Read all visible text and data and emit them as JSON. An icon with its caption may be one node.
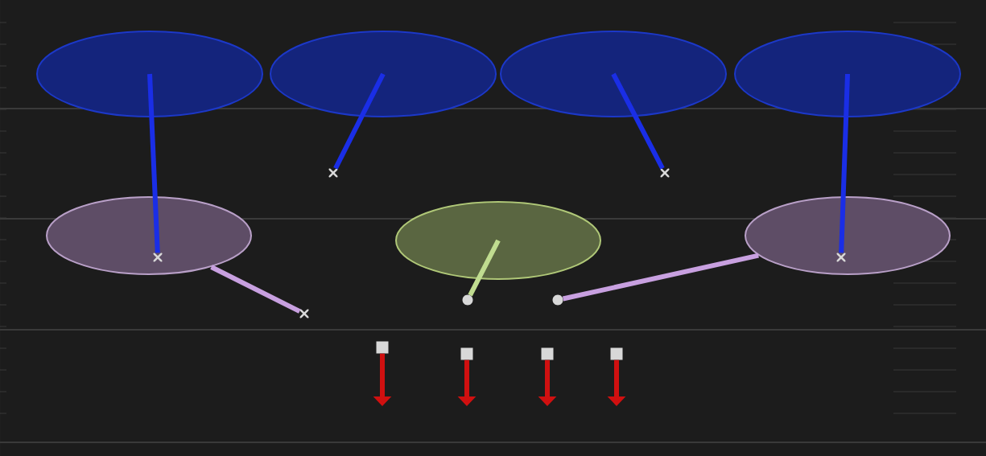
{
  "diagram": {
    "nodes": [
      {
        "text": [],
        "shape": "ellipse"
      },
      {
        "text": [],
        "shape": "ellipse"
      },
      {
        "text": [],
        "shape": "ellipse"
      },
      {
        "text": [],
        "shape": "ellipse"
      },
      {
        "text": [],
        "shape": "cross"
      },
      {
        "text": [],
        "shape": "cross"
      },
      {
        "text": [],
        "shape": "ellipse"
      },
      {
        "text": [],
        "shape": "ellipse"
      },
      {
        "text": [],
        "shape": "ellipse"
      },
      {
        "text": [],
        "shape": "cross",
        "in": 6
      },
      {
        "text": [],
        "shape": "cross",
        "in": 8
      },
      {
        "text": [],
        "shape": "cross"
      },
      {
        "text": [],
        "shape": "dot"
      },
      {
        "text": [],
        "shape": "dot"
      },
      {
        "text": [],
        "shape": "box"
      },
      {
        "text": [],
        "shape": "box"
      },
      {
        "text": [],
        "shape": "box"
      },
      {
        "text": [],
        "shape": "box"
      }
    ],
    "edges": [
      {
        "from": 0,
        "to": 9,
        "arrow": "none",
        "color": "#1a2ee6"
      },
      {
        "from": 1,
        "to": 4,
        "arrow": "none",
        "color": "#1a2ee6"
      },
      {
        "from": 2,
        "to": 5,
        "arrow": "none",
        "color": "#1a2ee6"
      },
      {
        "from": 3,
        "to": 10,
        "arrow": "none",
        "color": "#1a2ee6"
      },
      {
        "from": 6,
        "to": 11,
        "arrow": "none",
        "color": "#c8a0e0"
      },
      {
        "from": 7,
        "to": 12,
        "arrow": "none",
        "color": "#c0dc90"
      },
      {
        "from": 8,
        "to": 13,
        "arrow": "none",
        "color": "#c8a0e0"
      },
      {
        "from": 14,
        "to": null,
        "arrow": "to",
        "color": "#d01010"
      },
      {
        "from": 15,
        "to": null,
        "arrow": "to",
        "color": "#d01010"
      },
      {
        "from": 16,
        "to": null,
        "arrow": "to",
        "color": "#d01010"
      },
      {
        "from": 17,
        "to": null,
        "arrow": "to",
        "color": "#d01010"
      }
    ]
  }
}
